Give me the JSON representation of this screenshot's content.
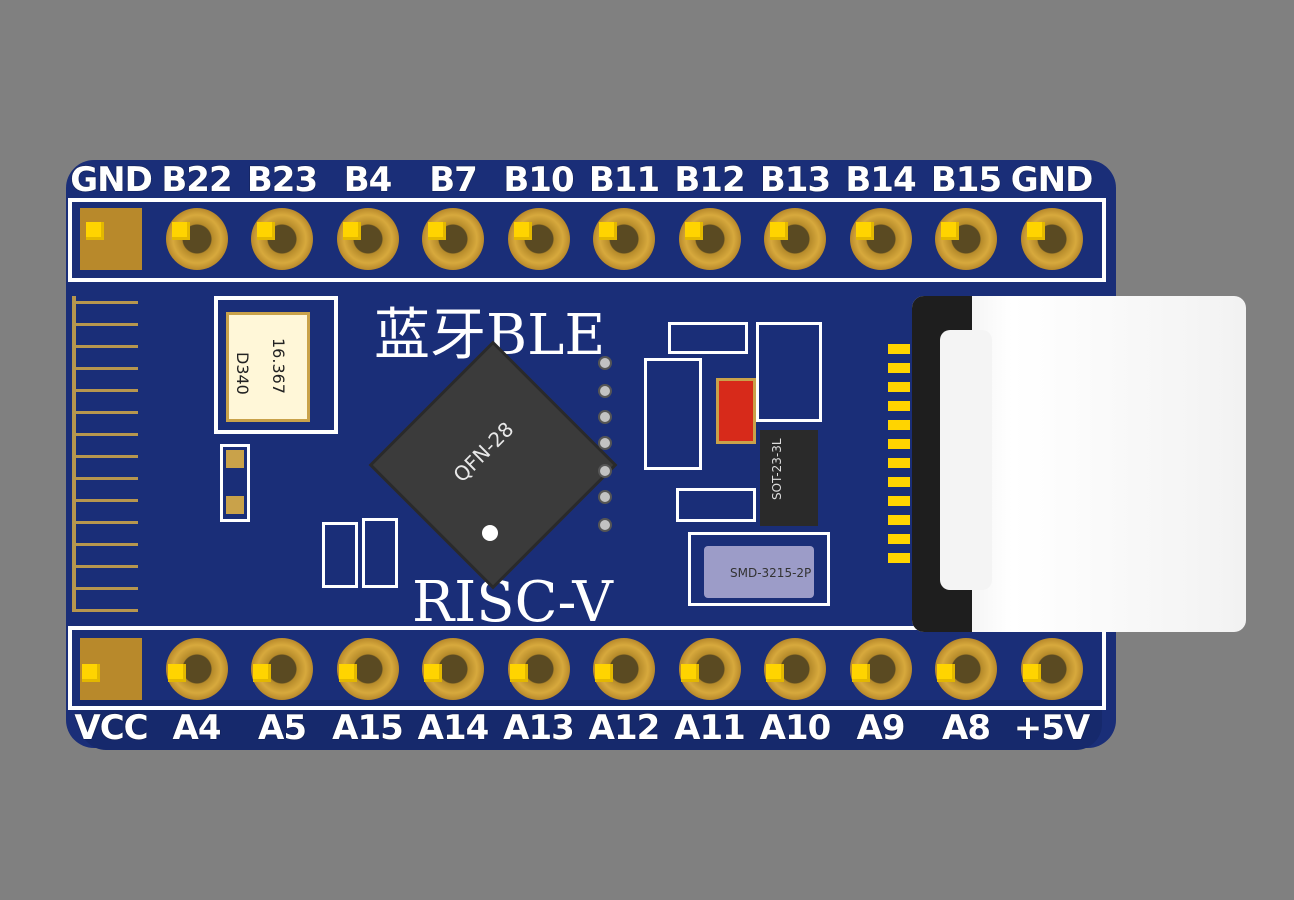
{
  "top_labels": [
    "GND",
    "B22",
    "B23",
    "B4",
    "B7",
    "B10",
    "B11",
    "B12",
    "B13",
    "B14",
    "B15",
    "GND"
  ],
  "bottom_labels": [
    "VCC",
    "A4",
    "A5",
    "A15",
    "A14",
    "A13",
    "A12",
    "A11",
    "A10",
    "A9",
    "A8",
    "+5V"
  ],
  "silkscreen": {
    "title": "蓝牙BLE",
    "subtitle": "RISC-V",
    "chip": "QFN-28",
    "crystal_line1": "16.367",
    "crystal_line2": "D340",
    "regulator": "SOT-23-3L",
    "osc": "SMD-3215-2P"
  },
  "colors": {
    "pcb": "#1a2e78",
    "background": "#808080",
    "gold": "#c9a24a",
    "pin_tip": "#ffd400"
  }
}
